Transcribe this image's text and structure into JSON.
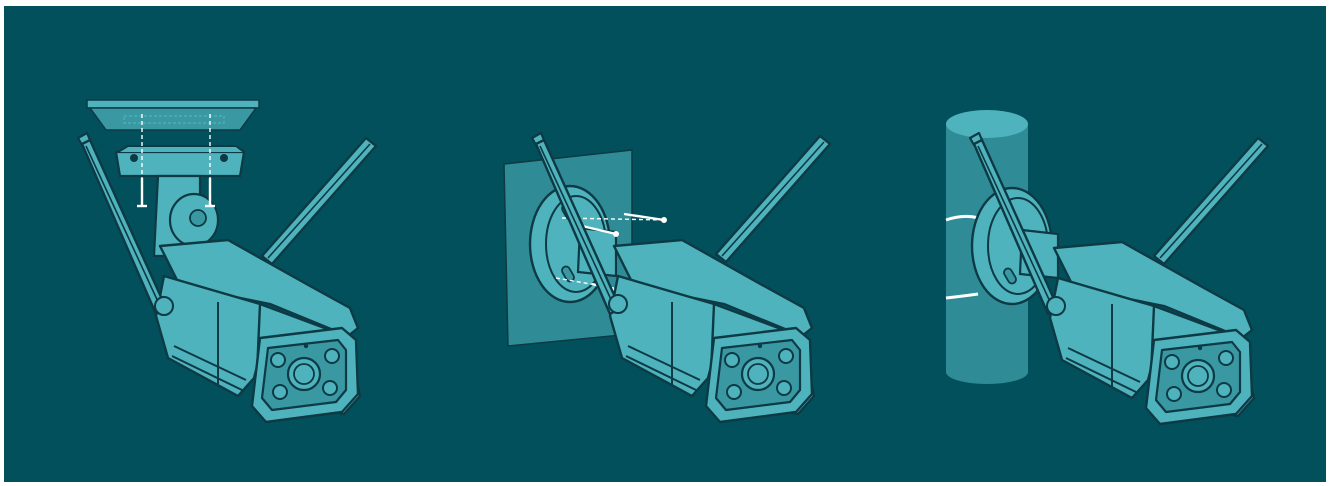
{
  "illustration": {
    "subject": "camera-mounting-options",
    "colors": {
      "background": "#02505B",
      "camera_fill": "#4FB3BD",
      "camera_dark": "#3A98A3",
      "outline": "#0D3A44",
      "surface": "#2F8C97",
      "screw": "#FFFFFF"
    },
    "scenes": [
      {
        "id": "ceiling-mount",
        "icon": "ceiling-mount-icon"
      },
      {
        "id": "wall-mount",
        "icon": "wall-mount-icon"
      },
      {
        "id": "pole-mount",
        "icon": "pole-mount-icon"
      }
    ]
  }
}
